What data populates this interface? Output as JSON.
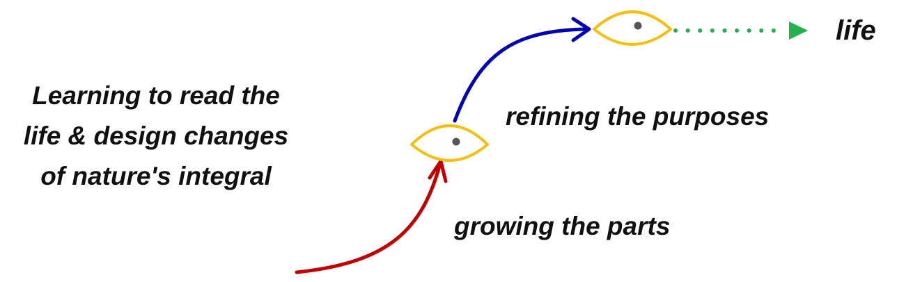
{
  "left_caption": [
    "Learning to read the",
    "life & design changes",
    "of nature's integral"
  ],
  "stage_labels": {
    "growing": "growing the parts",
    "refining": "refining the purposes",
    "end": "life"
  },
  "colors": {
    "growth_arrow": "#c00000",
    "refine_arrow": "#0000b4",
    "dotted_arrow": "#22b24c",
    "eye_outline": "#f5bf10",
    "eye_pupil": "#555555",
    "text": "#111111"
  },
  "icons": [
    "eye-icon",
    "eye-icon"
  ]
}
